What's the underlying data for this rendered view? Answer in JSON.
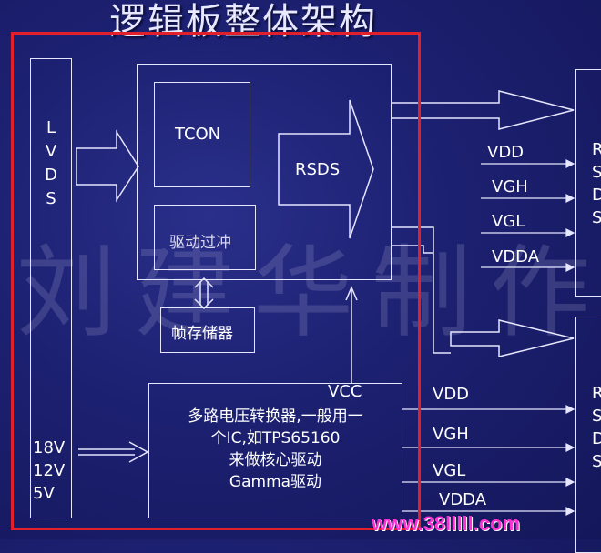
{
  "title": "逻辑板整体架构",
  "lvds_letters": [
    "L",
    "V",
    "D",
    "S"
  ],
  "tcon_label": "TCON",
  "rsds_label": "RSDS",
  "overdrive_label": "驱动过冲",
  "frame_memory_label": "帧存储器",
  "vcc_label": "VCC",
  "converter_lines": [
    "多路电压转换器,一般用一",
    "个IC,如TPS65160",
    "来做核心驱动",
    "Gamma驱动"
  ],
  "input_voltages": [
    "18V",
    "12V",
    "5V"
  ],
  "upper_outputs": [
    "VDD",
    "VGH",
    "VGL",
    "VDDA"
  ],
  "lower_outputs": [
    "VDD",
    "VGH",
    "VGL",
    "VDDA"
  ],
  "right_box_letters": [
    "R",
    "S",
    "D",
    "S"
  ],
  "watermark": "刘建华制作",
  "site": "www.38lllll.com",
  "highlight_color": "#e0202a"
}
